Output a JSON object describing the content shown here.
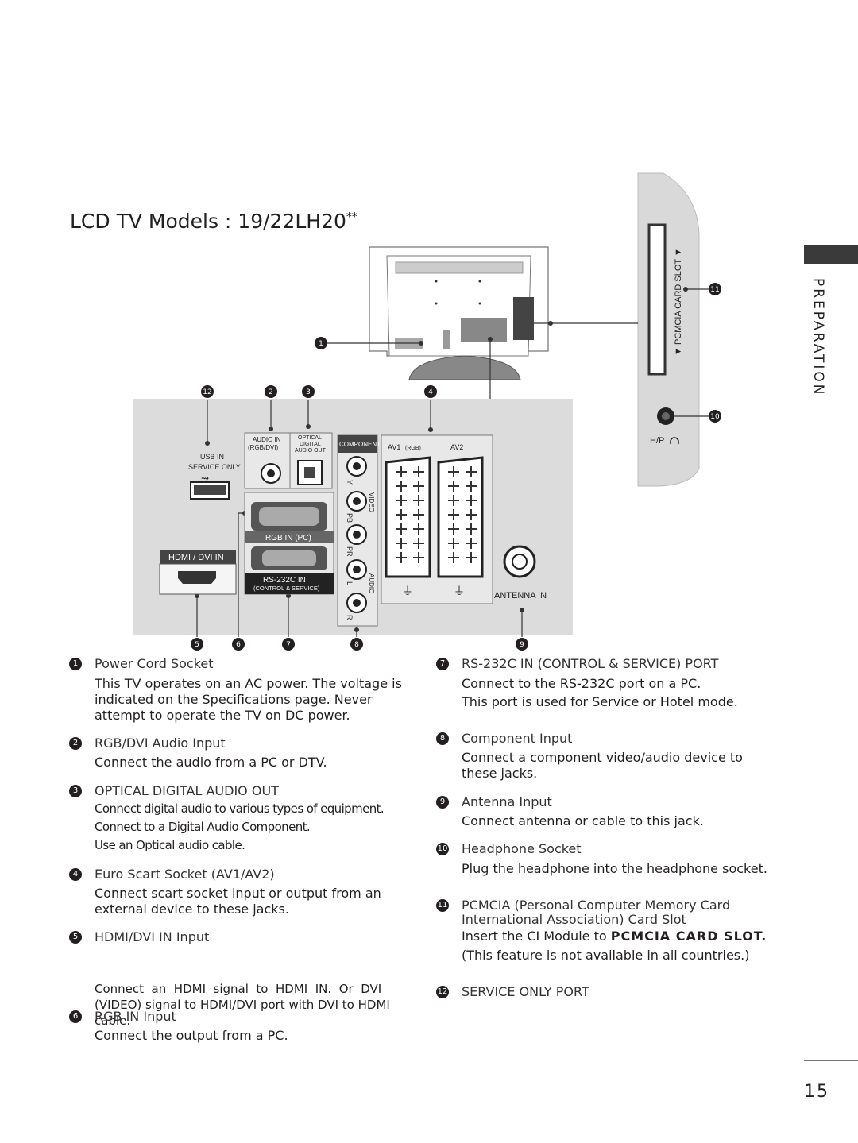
{
  "page": {
    "title": "LCD TV Models : 19/22LH20",
    "title_suffix": "**",
    "side_tab": "PREPARATION",
    "page_number": "15"
  },
  "diagram": {
    "callouts": [
      "1",
      "2",
      "3",
      "4",
      "5",
      "6",
      "7",
      "8",
      "9",
      "10",
      "11",
      "12"
    ],
    "labels": {
      "usb_in": "USB IN",
      "service_only": "SERVICE ONLY",
      "audio_in": "AUDIO IN",
      "rgb_dvi": "(RGB/DVI)",
      "optical": "OPTICAL",
      "digital": "DIGITAL",
      "audio_out": "AUDIO OUT",
      "component_in": "COMPONENT IN",
      "av1": "AV1",
      "rgb": "(RGB)",
      "av2": "AV2",
      "y": "Y",
      "pb": "PB",
      "pr": "PR",
      "l": "L",
      "r": "R",
      "video": "VIDEO",
      "audio": "AUDIO",
      "rgb_in_pc": "RGB IN (PC)",
      "hdmi_dvi_in": "HDMI / DVI IN",
      "rs232c_in": "RS-232C IN",
      "control_service": "(CONTROL & SERVICE)",
      "antenna_in": "ANTENNA IN",
      "pcmcia_card_slot": "▼ PCMCIA CARD SLOT ▼",
      "hp": "H/P"
    }
  },
  "items_left": [
    {
      "num": "1",
      "title": "Power Cord Socket",
      "body": [
        "This TV operates on an AC power. The voltage is",
        "indicated on the Specifications page. Never",
        "attempt to operate the TV on DC power."
      ]
    },
    {
      "num": "2",
      "title": "RGB/DVI Audio Input",
      "body": [
        "Connect the audio from a PC or DTV."
      ]
    },
    {
      "num": "3",
      "title": "OPTICAL DIGITAL AUDIO OUT",
      "body": [
        "Connect digital audio to various types of equipment.",
        "Connect to a Digital Audio Component.",
        "Use an Optical audio cable."
      ]
    },
    {
      "num": "4",
      "title": "Euro Scart Socket (AV1/AV2)",
      "body": [
        "Connect scart socket input or output from an",
        "external device to these jacks."
      ]
    },
    {
      "num": "5",
      "title": "HDMI/DVI IN Input",
      "body": [
        "Connect  an  HDMI  signal  to  HDMI  IN.  Or  DVI",
        "(VIDEO) signal to HDMI/DVI port with DVI to HDMI",
        "cable."
      ]
    },
    {
      "num": "6",
      "title": "RGB IN Input",
      "body": [
        "Connect the output from a PC."
      ]
    }
  ],
  "items_right": [
    {
      "num": "7",
      "title": "RS-232C IN (CONTROL & SERVICE) PORT",
      "body": [
        "Connect to the RS-232C port on a PC.",
        "This port is used for Service or Hotel mode."
      ]
    },
    {
      "num": "8",
      "title": "Component Input",
      "body": [
        "Connect a component video/audio device to",
        "these jacks."
      ]
    },
    {
      "num": "9",
      "title": "Antenna Input",
      "body": [
        "Connect antenna or cable to this jack."
      ]
    },
    {
      "num": "10",
      "title": "Headphone Socket",
      "body": [
        "Plug the headphone into the headphone socket."
      ]
    },
    {
      "num": "11",
      "title": "PCMCIA (Personal Computer Memory Card",
      "title2": "International Association) Card Slot",
      "body_prefix": "Insert the CI Module to ",
      "body_bold": "PCMCIA CARD SLOT.",
      "body": [
        "(This feature is not available in all countries.)"
      ]
    },
    {
      "num": "12",
      "title": "SERVICE ONLY PORT",
      "body": []
    }
  ]
}
